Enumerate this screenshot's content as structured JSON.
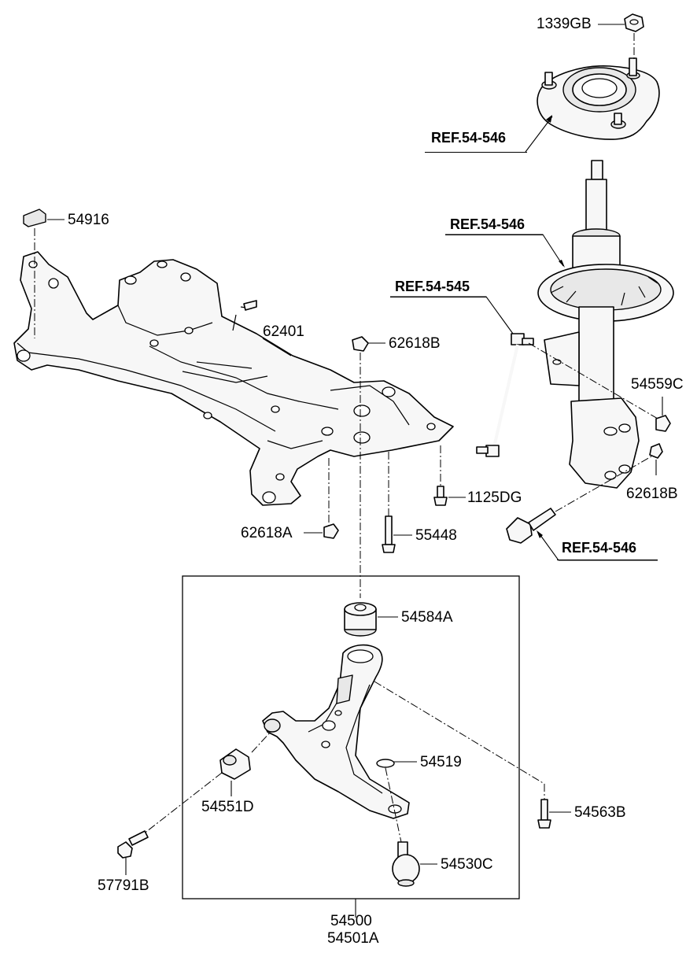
{
  "labels": {
    "l1339GB": "1339GB",
    "ref_top": "REF.54-546",
    "l54916": "54916",
    "ref_strut": "REF.54-546",
    "ref_link": "REF.54-545",
    "l62401": "62401",
    "l62618B": "62618B",
    "l54559C": "54559C",
    "l62618B_r": "62618B",
    "l1125DG": "1125DG",
    "l62618A": "62618A",
    "l55448": "55448",
    "ref_bolt": "REF.54-546",
    "l54584A": "54584A",
    "l54519": "54519",
    "l54551D": "54551D",
    "l54563B": "54563B",
    "l54530C": "54530C",
    "l57791B": "57791B",
    "l54500": "54500",
    "l54501A": "54501A"
  }
}
